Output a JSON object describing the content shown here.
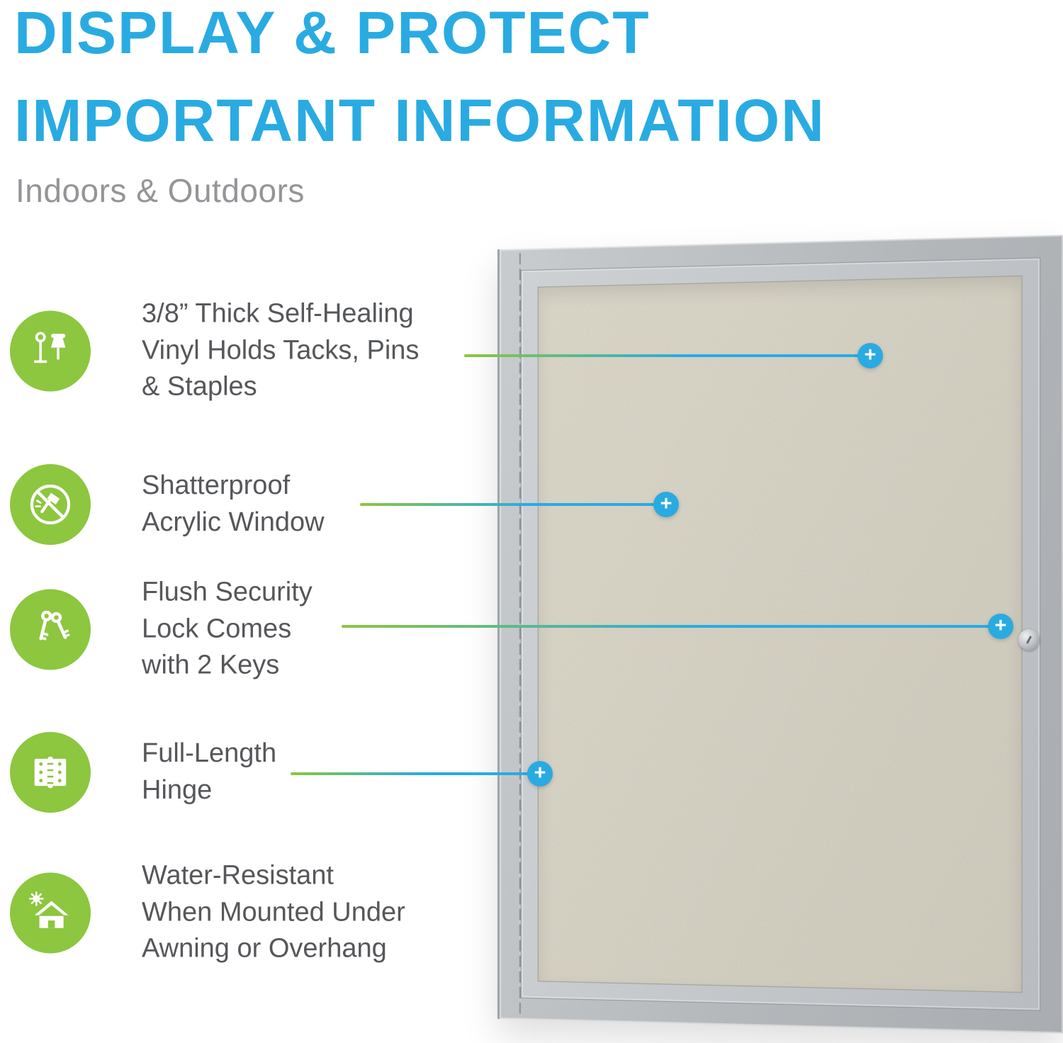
{
  "page": {
    "title_line1": "DISPLAY & PROTECT",
    "title_line2": "IMPORTANT INFORMATION",
    "subtitle": "Indoors & Outdoors"
  },
  "colors": {
    "title_cyan": "#29ABE2",
    "accent_green": "#8DC63F",
    "body_text_gray": "#55575A",
    "subtitle_gray": "#939598",
    "frame_gray": "#B4B8BB",
    "surface_beige": "#D7D3C5"
  },
  "features": [
    {
      "icon": "pushpin-tack-icon",
      "text": "3/8” Thick Self-Healing Vinyl Holds Tacks, Pins & Staples",
      "lines": [
        "3/8” Thick Self-Healing",
        "Vinyl Holds Tacks, Pins",
        "& Staples"
      ]
    },
    {
      "icon": "shatterproof-hammer-icon",
      "text": "Shatterproof Acrylic Window",
      "lines": [
        "Shatterproof",
        "Acrylic Window"
      ]
    },
    {
      "icon": "keys-icon",
      "text": "Flush Security Lock Comes with 2 Keys",
      "lines": [
        "Flush Security",
        "Lock Comes",
        "with 2 Keys"
      ]
    },
    {
      "icon": "hinge-icon",
      "text": "Full-Length Hinge",
      "lines": [
        "Full-Length",
        "Hinge"
      ]
    },
    {
      "icon": "house-weather-icon",
      "text": "Water-Resistant When Mounted Under Awning or Overhang",
      "lines": [
        "Water-Resistant",
        "When Mounted Under",
        "Awning or Overhang"
      ]
    }
  ],
  "callouts": {
    "plus_glyph": "+"
  }
}
